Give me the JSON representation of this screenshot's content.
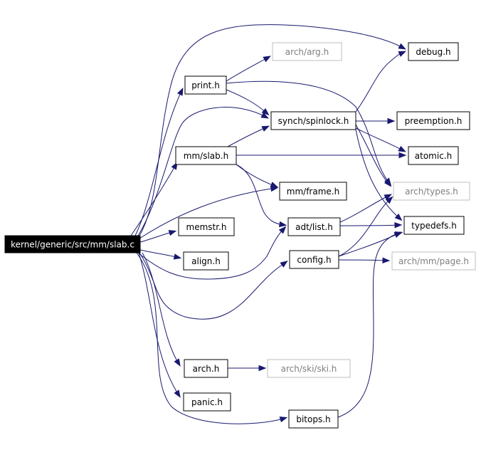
{
  "nodes": [
    {
      "id": "slab_c",
      "label": "kernel/generic/src/mm/slab.c",
      "kind": "root"
    },
    {
      "id": "debug",
      "label": "debug.h",
      "kind": "normal"
    },
    {
      "id": "arch_arg",
      "label": "arch/arg.h",
      "kind": "external"
    },
    {
      "id": "print",
      "label": "print.h",
      "kind": "normal"
    },
    {
      "id": "spinlock",
      "label": "synch/spinlock.h",
      "kind": "normal"
    },
    {
      "id": "preemption",
      "label": "preemption.h",
      "kind": "normal"
    },
    {
      "id": "mm_slab",
      "label": "mm/slab.h",
      "kind": "normal"
    },
    {
      "id": "atomic",
      "label": "atomic.h",
      "kind": "normal"
    },
    {
      "id": "mm_frame",
      "label": "mm/frame.h",
      "kind": "normal"
    },
    {
      "id": "arch_types",
      "label": "arch/types.h",
      "kind": "external"
    },
    {
      "id": "memstr",
      "label": "memstr.h",
      "kind": "normal"
    },
    {
      "id": "adt_list",
      "label": "adt/list.h",
      "kind": "normal"
    },
    {
      "id": "typedefs",
      "label": "typedefs.h",
      "kind": "normal"
    },
    {
      "id": "align",
      "label": "align.h",
      "kind": "normal"
    },
    {
      "id": "config",
      "label": "config.h",
      "kind": "normal"
    },
    {
      "id": "arch_mm_page",
      "label": "arch/mm/page.h",
      "kind": "external"
    },
    {
      "id": "arch",
      "label": "arch.h",
      "kind": "normal"
    },
    {
      "id": "arch_ski",
      "label": "arch/ski/ski.h",
      "kind": "external"
    },
    {
      "id": "panic",
      "label": "panic.h",
      "kind": "normal"
    },
    {
      "id": "bitops",
      "label": "bitops.h",
      "kind": "normal"
    }
  ],
  "edges": [
    {
      "from": "slab_c",
      "to": "debug"
    },
    {
      "from": "slab_c",
      "to": "print"
    },
    {
      "from": "slab_c",
      "to": "spinlock"
    },
    {
      "from": "slab_c",
      "to": "mm_slab"
    },
    {
      "from": "slab_c",
      "to": "mm_frame"
    },
    {
      "from": "slab_c",
      "to": "memstr"
    },
    {
      "from": "slab_c",
      "to": "adt_list"
    },
    {
      "from": "slab_c",
      "to": "align"
    },
    {
      "from": "slab_c",
      "to": "config"
    },
    {
      "from": "slab_c",
      "to": "arch"
    },
    {
      "from": "slab_c",
      "to": "panic"
    },
    {
      "from": "slab_c",
      "to": "bitops"
    },
    {
      "from": "print",
      "to": "arch_arg"
    },
    {
      "from": "print",
      "to": "spinlock"
    },
    {
      "from": "print",
      "to": "arch_types"
    },
    {
      "from": "spinlock",
      "to": "debug"
    },
    {
      "from": "spinlock",
      "to": "preemption"
    },
    {
      "from": "spinlock",
      "to": "atomic"
    },
    {
      "from": "spinlock",
      "to": "arch_types"
    },
    {
      "from": "spinlock",
      "to": "typedefs"
    },
    {
      "from": "mm_slab",
      "to": "spinlock"
    },
    {
      "from": "mm_slab",
      "to": "atomic"
    },
    {
      "from": "mm_slab",
      "to": "mm_frame"
    },
    {
      "from": "mm_slab",
      "to": "adt_list"
    },
    {
      "from": "adt_list",
      "to": "arch_types"
    },
    {
      "from": "adt_list",
      "to": "typedefs"
    },
    {
      "from": "config",
      "to": "arch_types"
    },
    {
      "from": "config",
      "to": "typedefs"
    },
    {
      "from": "config",
      "to": "arch_mm_page"
    },
    {
      "from": "arch",
      "to": "arch_ski"
    },
    {
      "from": "bitops",
      "to": "typedefs"
    }
  ]
}
